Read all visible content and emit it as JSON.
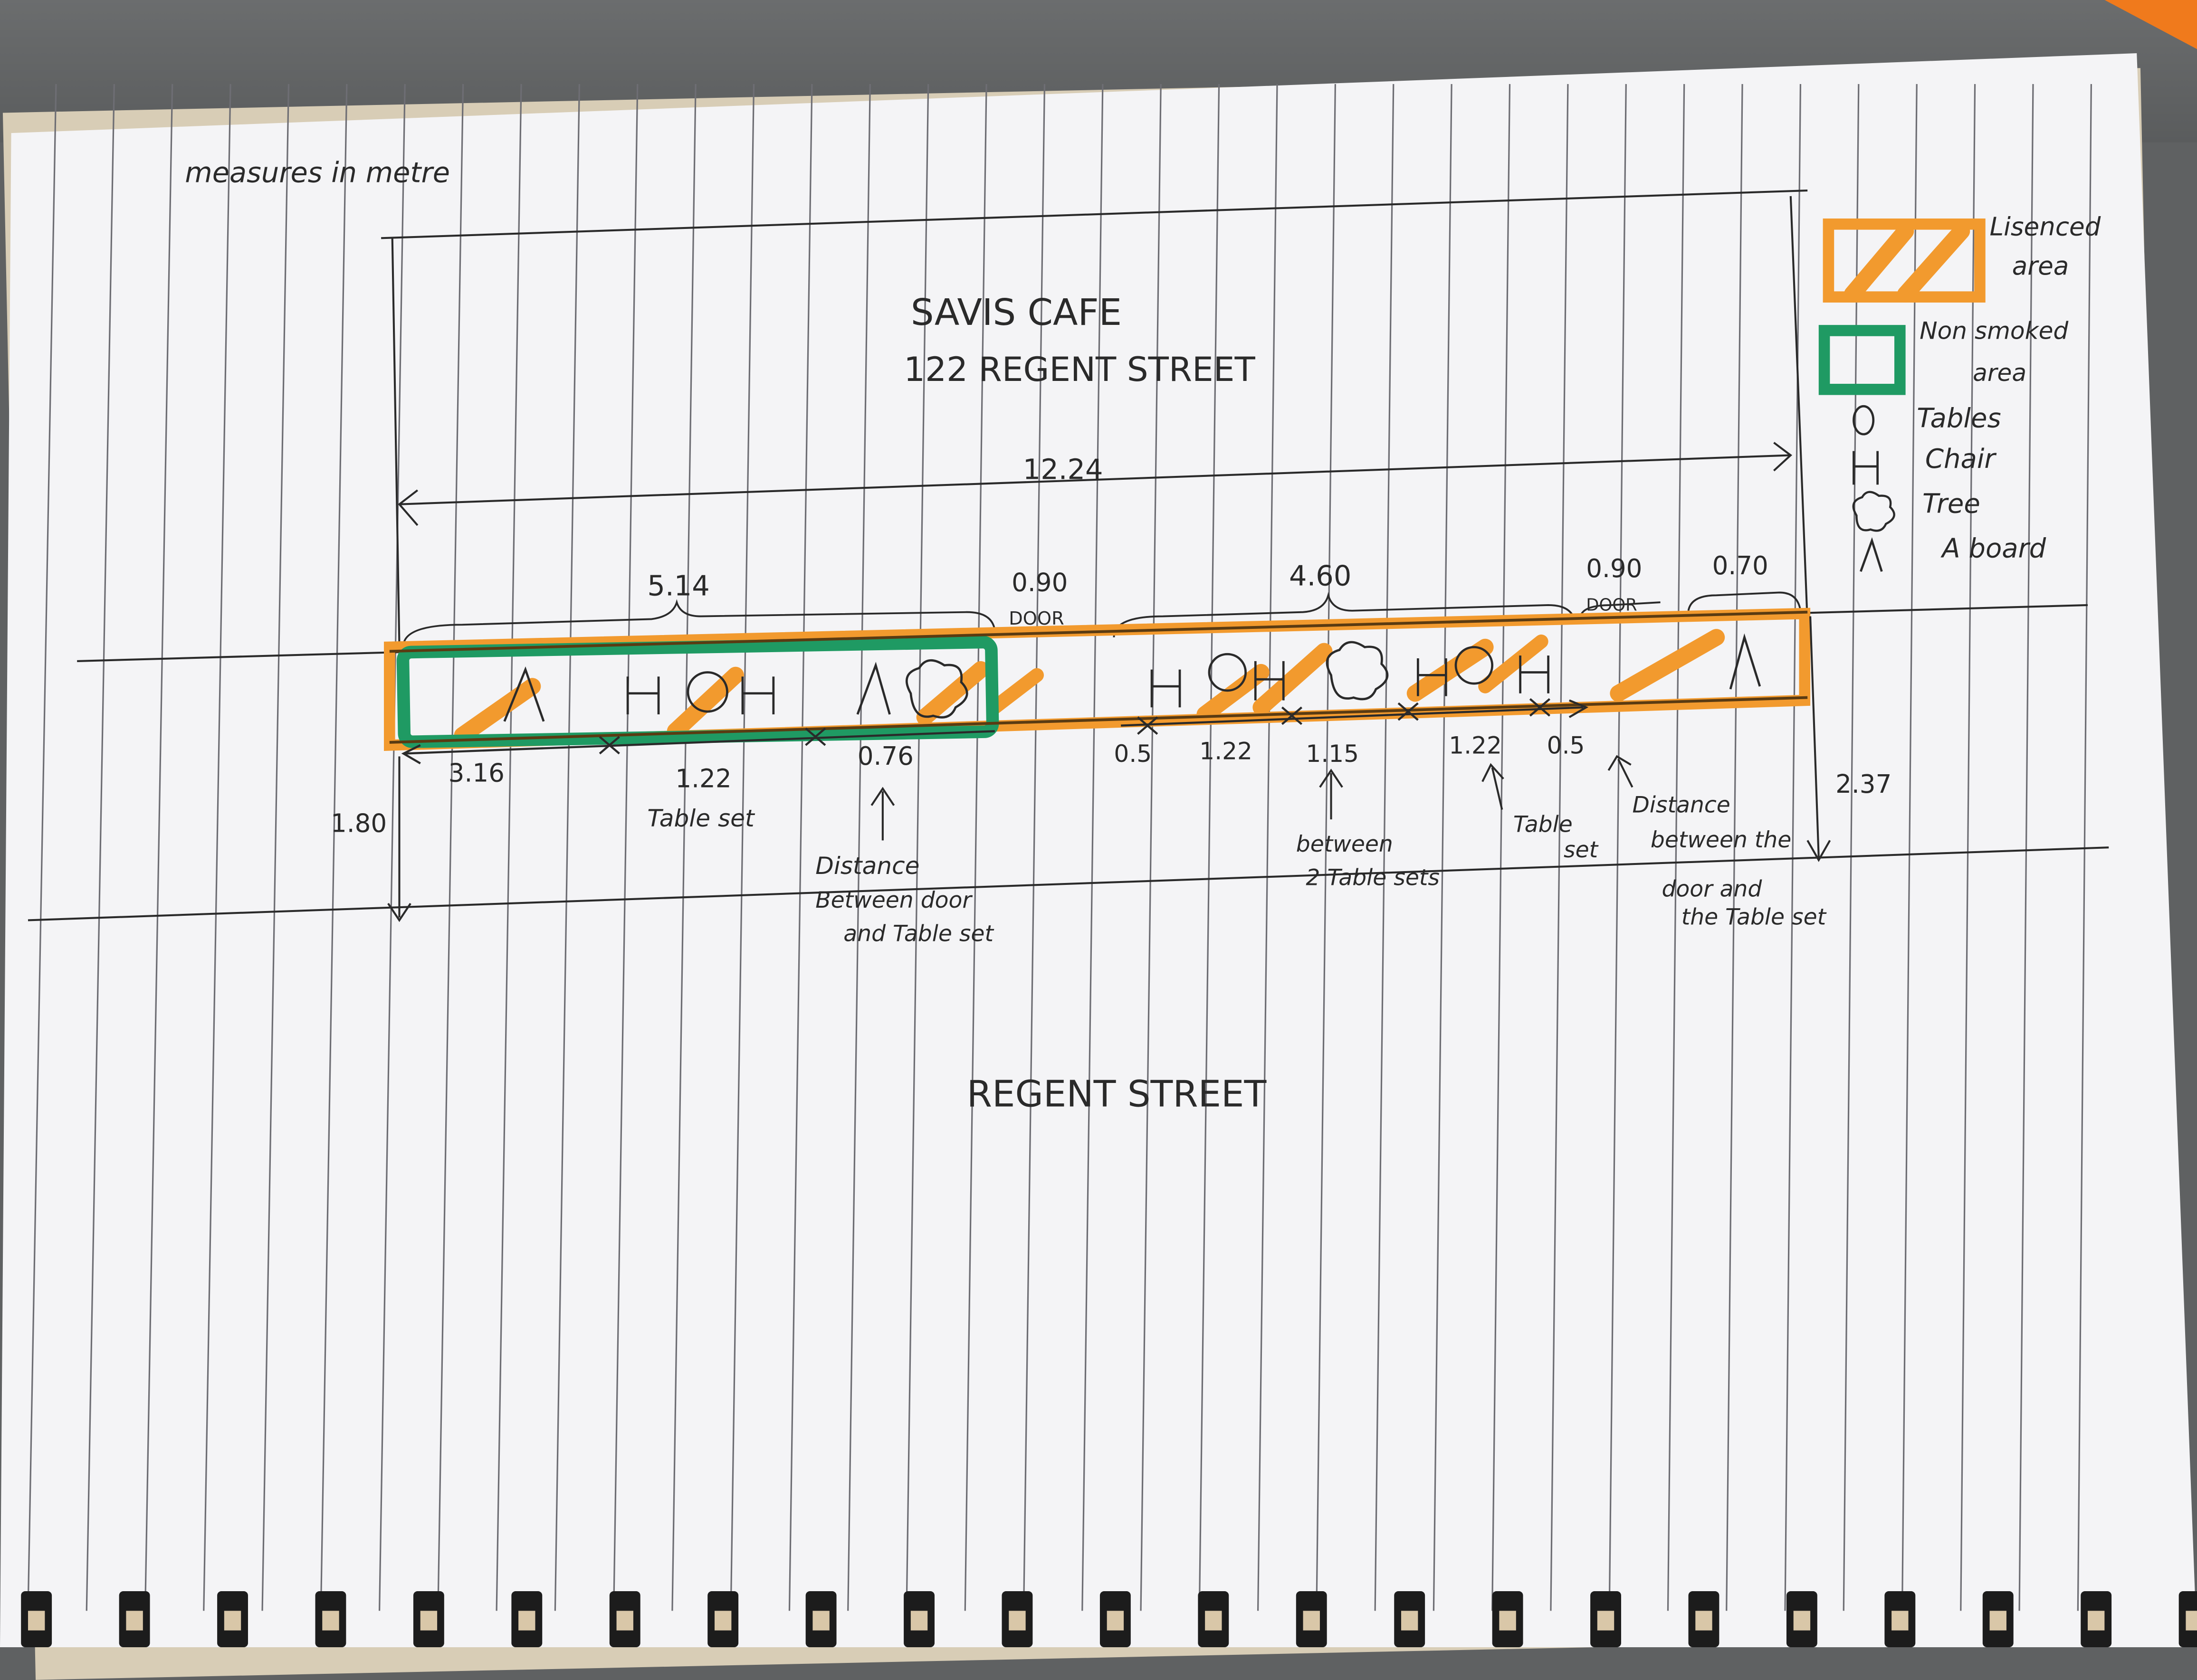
{
  "note_units": "measures in metre",
  "site": {
    "name": "SAVIS CAFE",
    "address": "122 REGENT STREET"
  },
  "street_label": "REGENT STREET",
  "overall_width": "12.24",
  "depth": "1.80",
  "end_offset": "2.37",
  "top_segments": [
    {
      "label": "5.14",
      "sub": ""
    },
    {
      "label": "0.90",
      "sub": "DOOR"
    },
    {
      "label": "4.60",
      "sub": ""
    },
    {
      "label": "0.90",
      "sub": "DOOR"
    },
    {
      "label": "0.70",
      "sub": ""
    }
  ],
  "bottom_measures": [
    "3.16",
    "1.22",
    "0.76",
    "0.5",
    "1.22",
    "1.15",
    "1.22",
    "0.5"
  ],
  "annotations": {
    "table_set_1": "Table set",
    "door_dist_1": [
      "Distance",
      "Between door",
      "and Table set"
    ],
    "between_sets": [
      "between",
      "2 Table sets"
    ],
    "table_set_2": [
      "Table",
      "set"
    ],
    "door_dist_2": [
      "Distance",
      "between the",
      "door and",
      "the Table set"
    ]
  },
  "legend": [
    {
      "symbol": "licensed-hatch",
      "label": [
        "Lisenced",
        "area"
      ]
    },
    {
      "symbol": "non-smoked-box",
      "label": [
        "Non smoked",
        "area"
      ]
    },
    {
      "symbol": "O",
      "label": [
        "Tables"
      ]
    },
    {
      "symbol": "H",
      "label": [
        "Chair"
      ]
    },
    {
      "symbol": "tree",
      "label": [
        "Tree"
      ]
    },
    {
      "symbol": "A",
      "label": [
        "A board"
      ]
    }
  ],
  "colors": {
    "licensed": "#f29a2e",
    "non_smoked": "#1f9a63",
    "ink": "#2a2a2a",
    "paper": "#f4f4f6",
    "rule": "#6e6e74"
  }
}
